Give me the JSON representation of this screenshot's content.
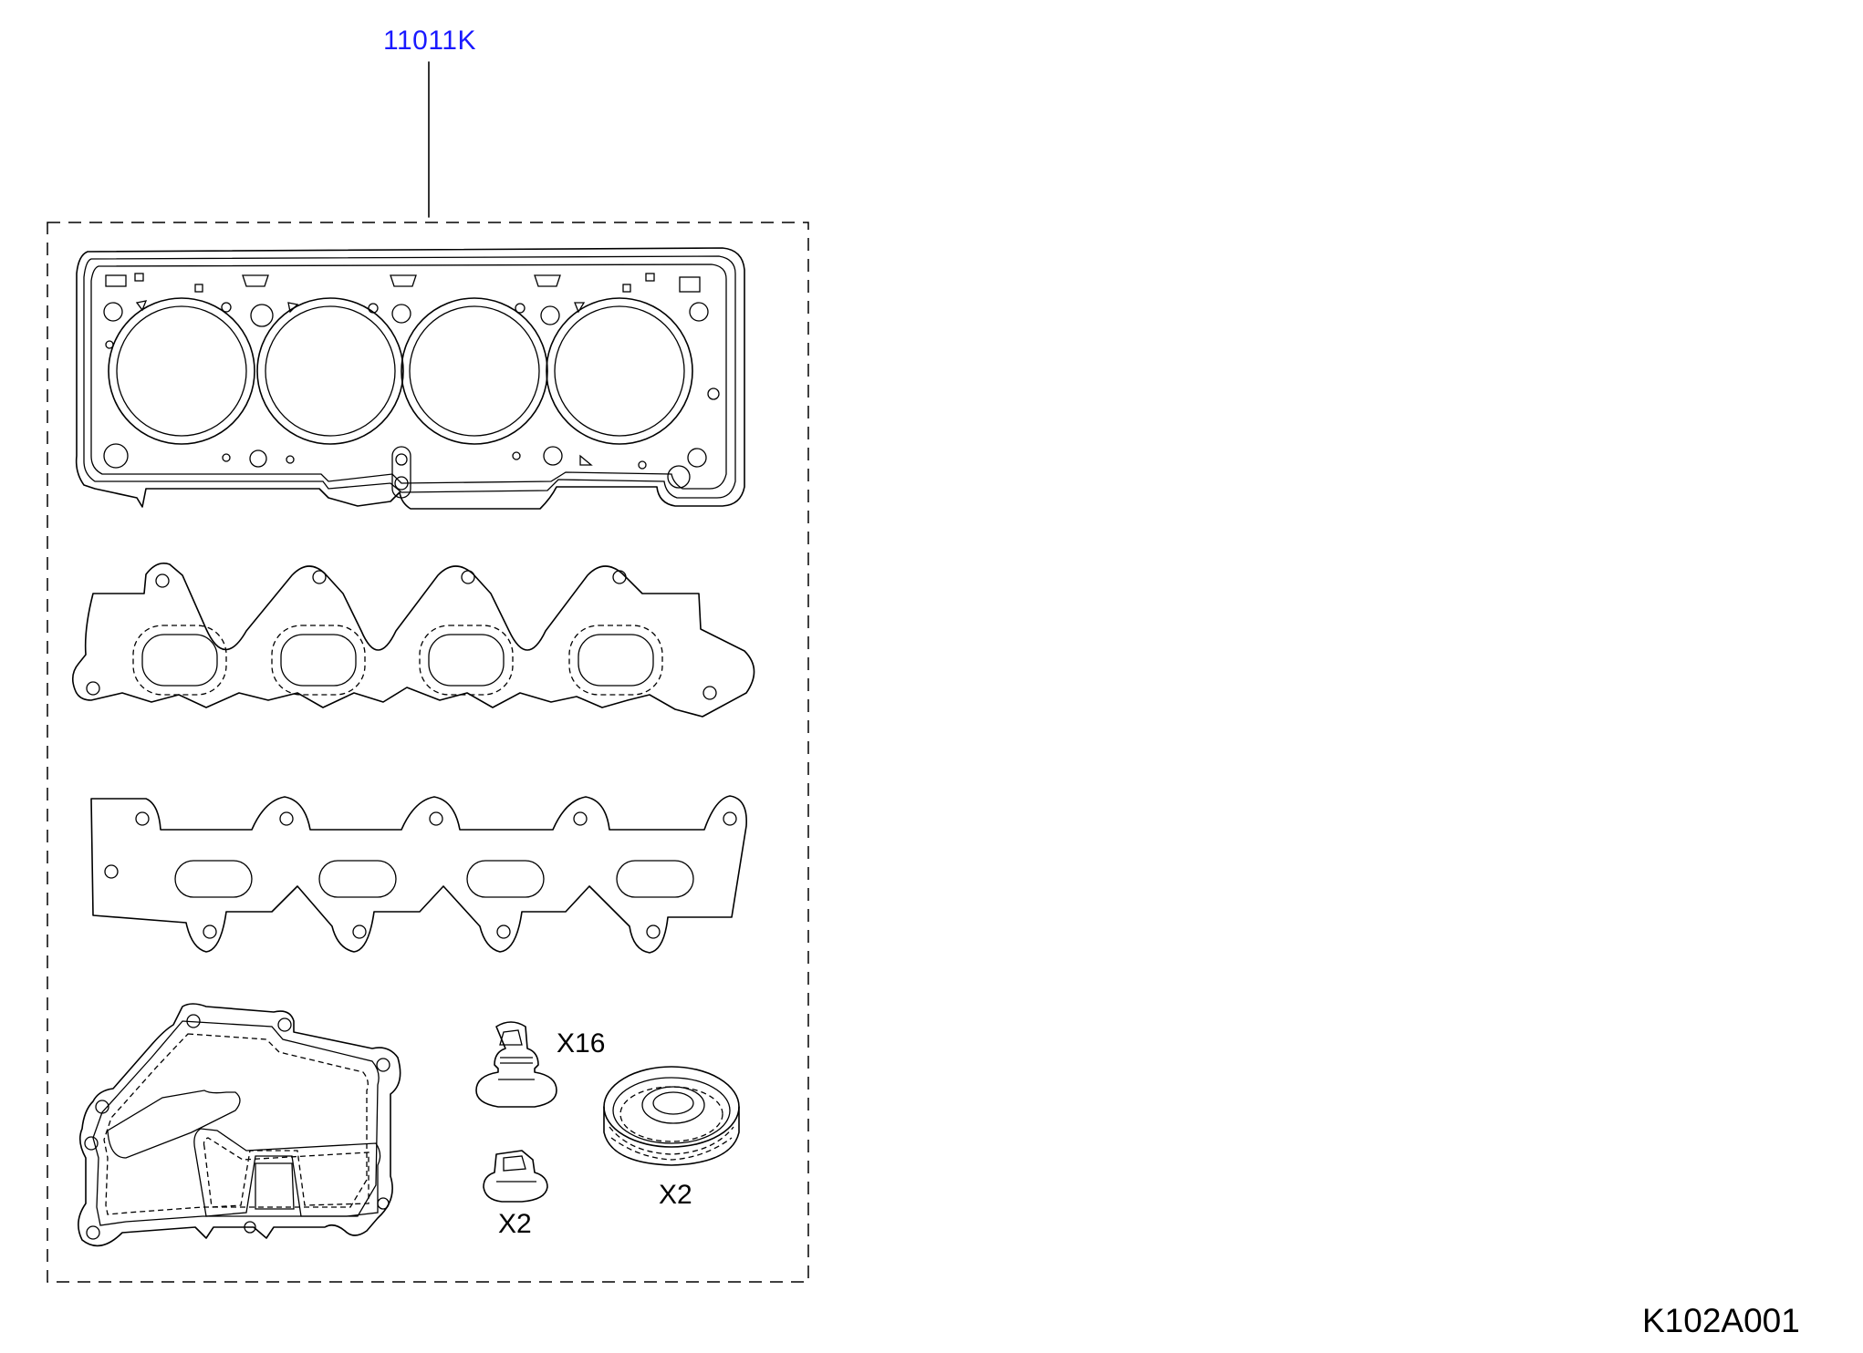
{
  "part_callout": "11011K",
  "quantities": {
    "bolt": "X16",
    "nut": "X2",
    "seal": "X2"
  },
  "diagram_code": "K102A001",
  "colors": {
    "callout": "#1a1aff",
    "line": "#000000",
    "background": "#ffffff"
  }
}
